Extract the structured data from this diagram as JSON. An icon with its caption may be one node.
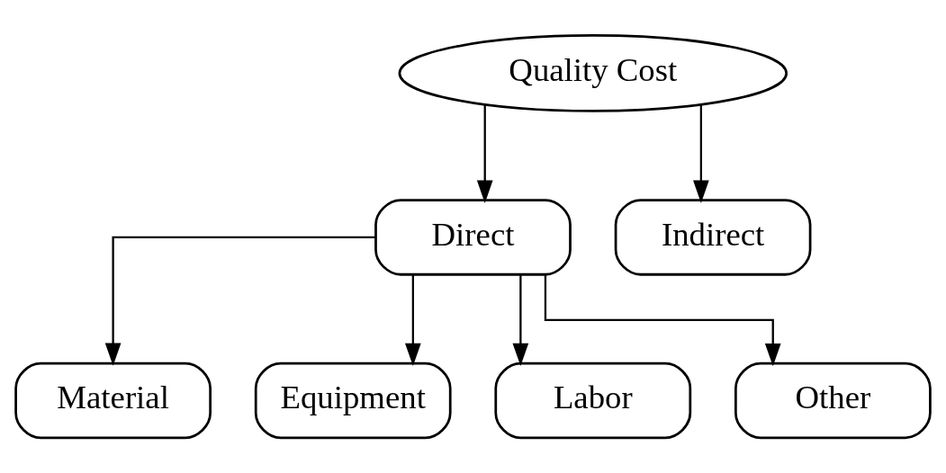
{
  "diagram": {
    "nodes": [
      {
        "text": [
          "Quality Cost"
        ]
      },
      {
        "text": [
          "Direct"
        ]
      },
      {
        "text": [
          "Indirect"
        ]
      },
      {
        "text": [
          "Material"
        ]
      },
      {
        "text": [
          "Equipment"
        ]
      },
      {
        "text": [
          "Labor"
        ]
      },
      {
        "text": [
          "Other"
        ]
      }
    ],
    "edges": [
      {
        "from": 0,
        "to": 1,
        "arrow": "to"
      },
      {
        "from": 0,
        "to": 2,
        "arrow": "to"
      },
      {
        "from": 1,
        "to": 3,
        "arrow": "to"
      },
      {
        "from": 1,
        "to": 4,
        "arrow": "to"
      },
      {
        "from": 1,
        "to": 5,
        "arrow": "to"
      },
      {
        "from": 1,
        "to": 6,
        "arrow": "to"
      }
    ]
  }
}
